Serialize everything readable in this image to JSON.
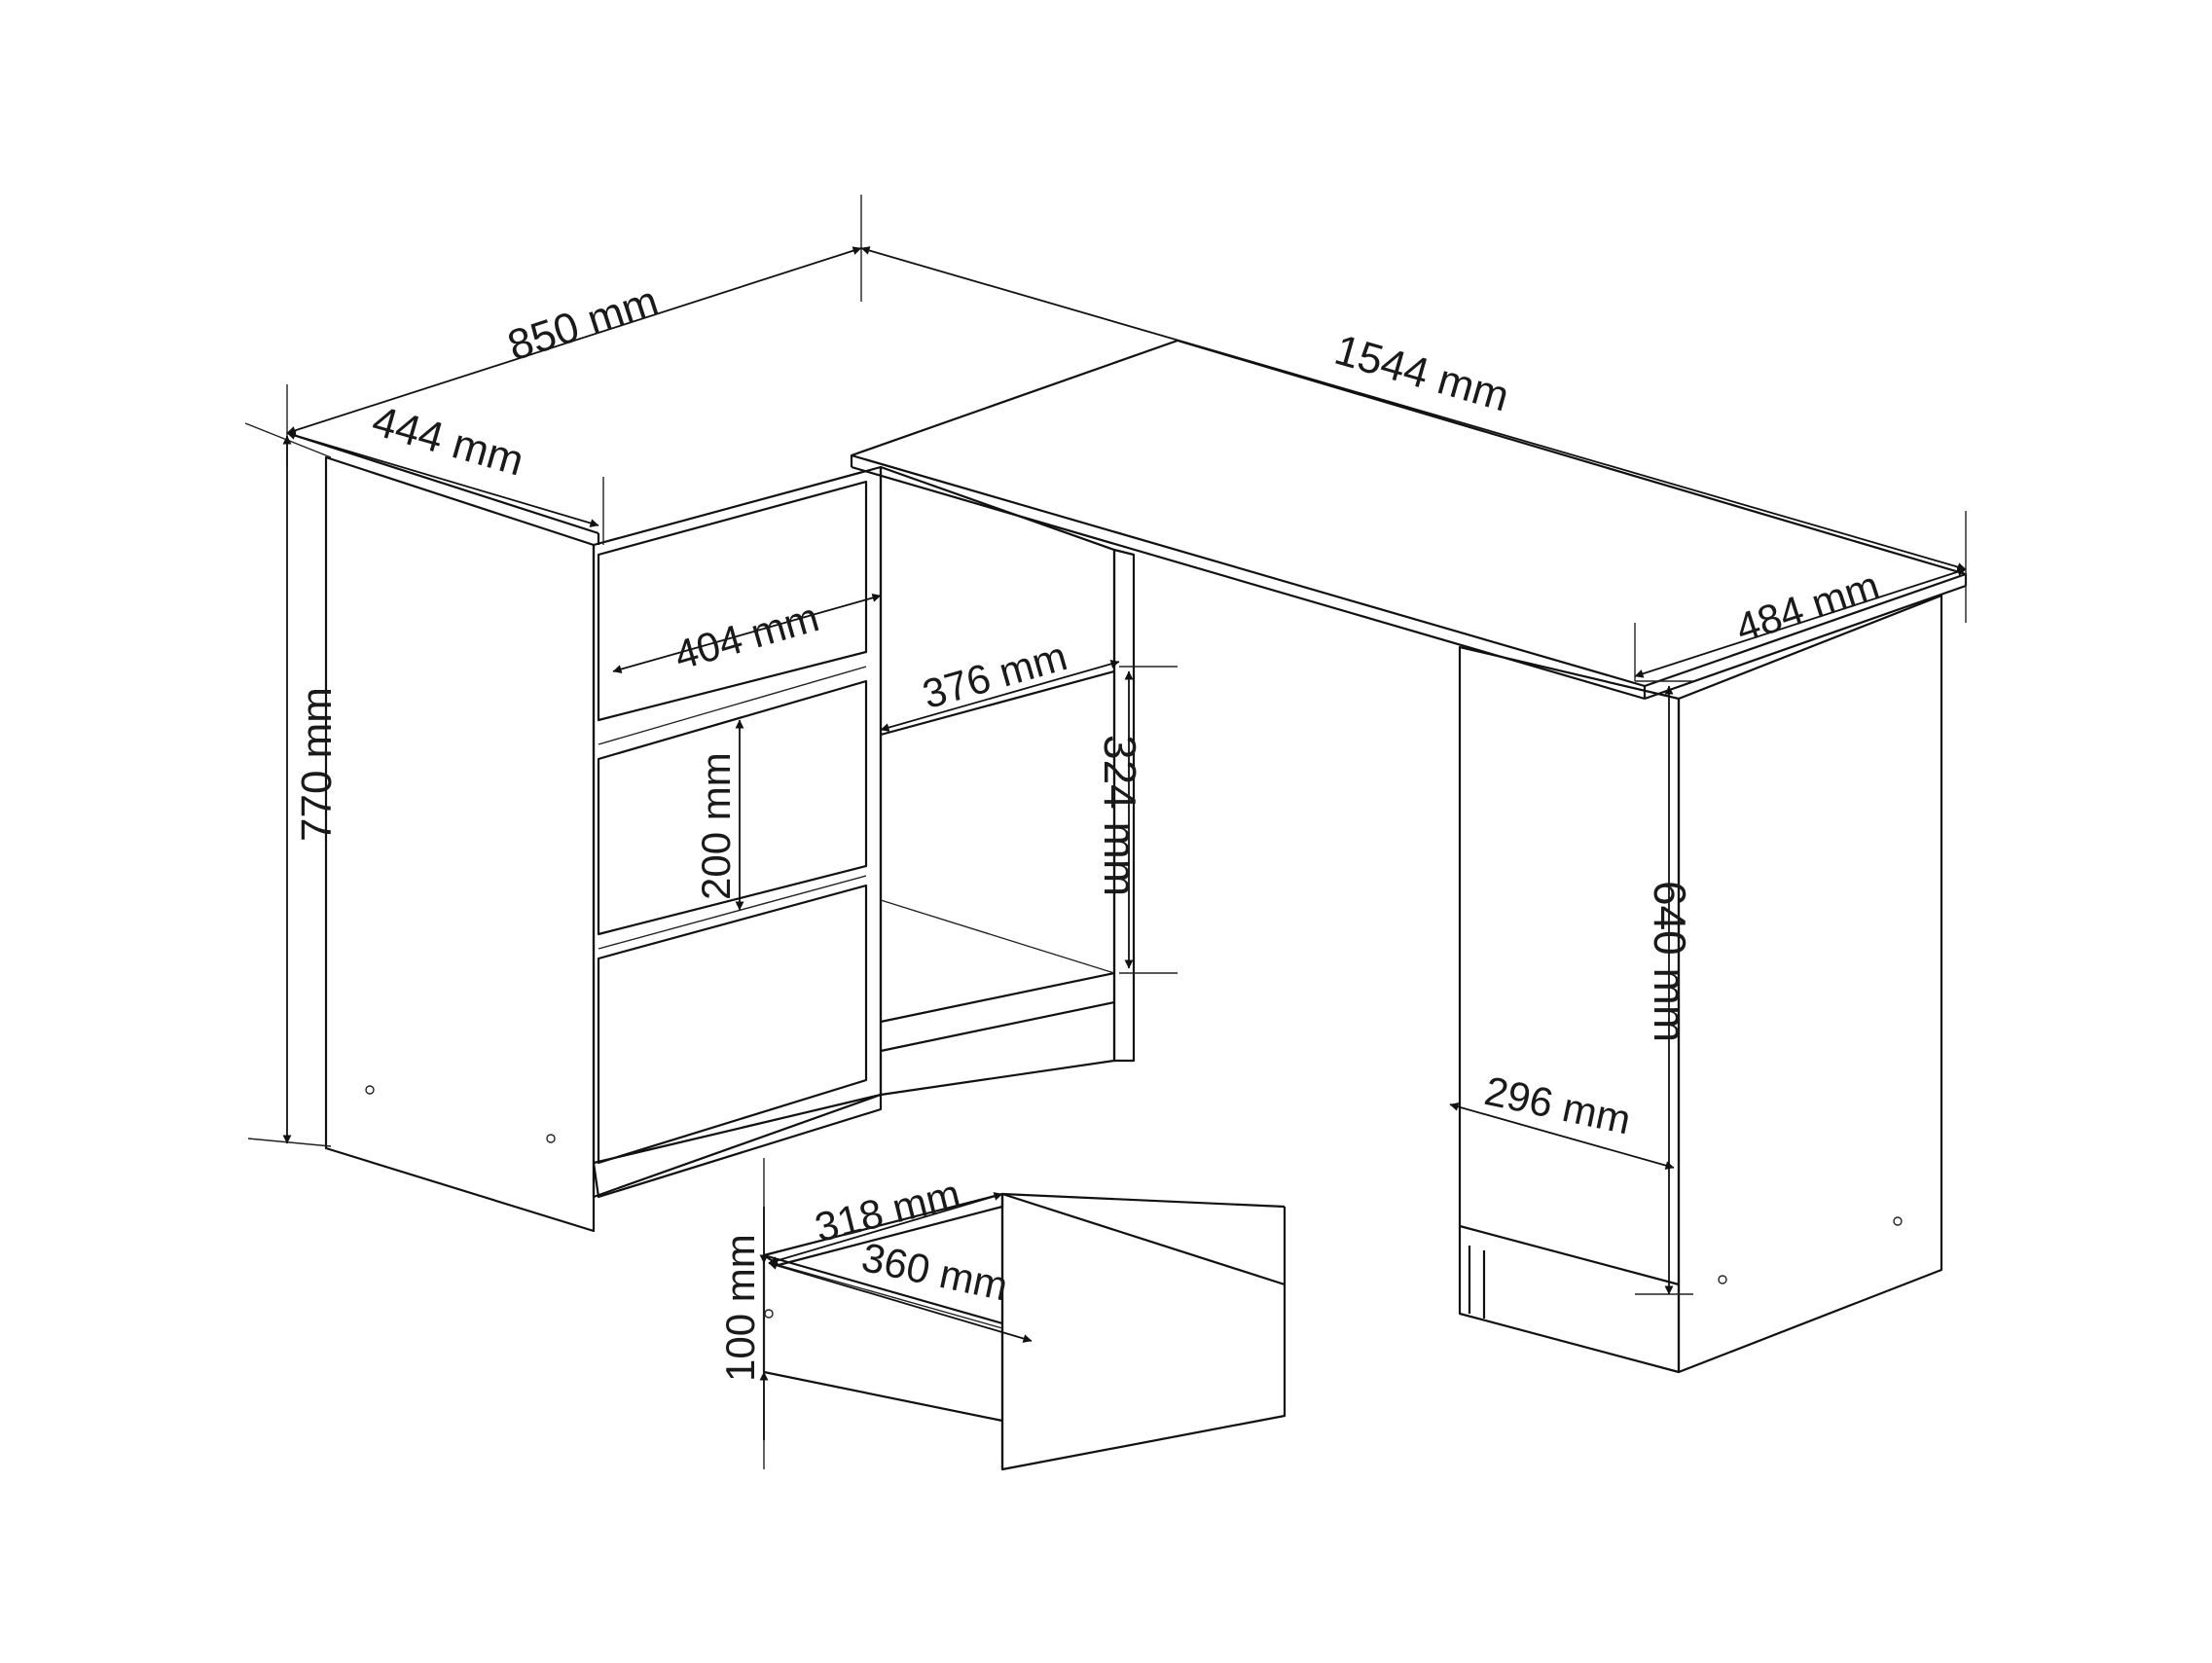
{
  "drawing": {
    "subject": "L-shaped corner desk",
    "line_color": "#111111",
    "background": "#ffffff"
  },
  "dimensions": {
    "overall_depth": "850 mm",
    "overall_width": "1544 mm",
    "cabinet_depth": "444 mm",
    "desk_top_depth": "484 mm",
    "height": "770 mm",
    "drawer_width": "404 mm",
    "shelf_width": "376 mm",
    "drawer_height": "200 mm",
    "shelf_opening_height": "324 mm",
    "legroom_height": "640 mm",
    "legroom_depth": "296 mm",
    "drawer_box_width": "318 mm",
    "drawer_box_depth": "360 mm",
    "drawer_box_height": "100 mm"
  }
}
